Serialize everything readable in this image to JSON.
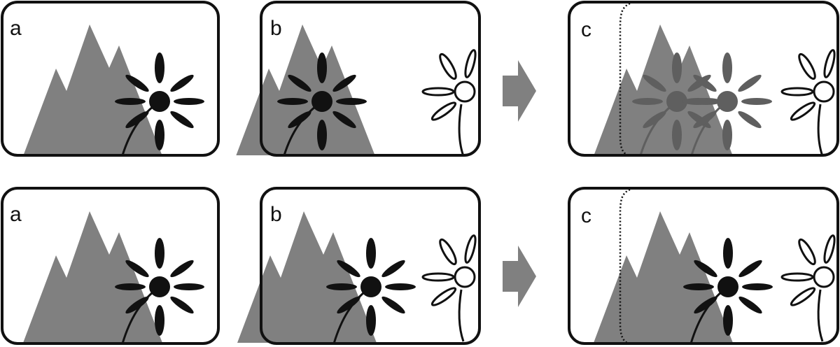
{
  "colors": {
    "mountain": "#808080",
    "ink": "#111111",
    "ghost": "#5f5f5f",
    "arrow": "#808080"
  },
  "rows": [
    {
      "panels": [
        {
          "label": "a"
        },
        {
          "label": "b"
        },
        {
          "label": "c"
        }
      ]
    },
    {
      "panels": [
        {
          "label": "a"
        },
        {
          "label": "b"
        },
        {
          "label": "c"
        }
      ]
    }
  ]
}
